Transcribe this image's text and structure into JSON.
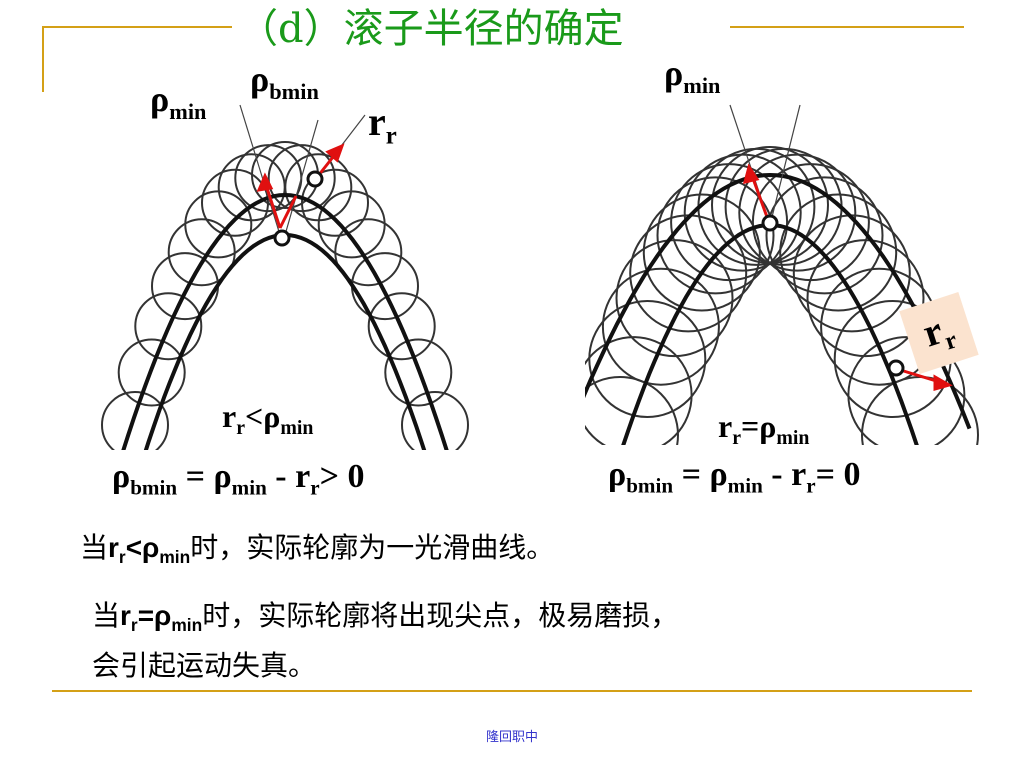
{
  "title": "（d）滚子半径的确定",
  "left_diagram": {
    "label_rho_min": {
      "base": "ρ",
      "sub": "min"
    },
    "label_rho_bmin": {
      "base": "ρ",
      "sub": "bmin"
    },
    "label_rr": {
      "base": "r",
      "sub": "r"
    },
    "condition": {
      "a": "r",
      "a_sub": "r",
      "op": "<ρ",
      "b_sub": "min"
    },
    "formula": {
      "p1": "ρ",
      "p1_sub": "bmin",
      "p2": " = ρ",
      "p2_sub": "min",
      "p3": " - r",
      "p3_sub": "r",
      "p4": "> 0"
    }
  },
  "right_diagram": {
    "label_rho_min": {
      "base": "ρ",
      "sub": "min"
    },
    "label_rr": {
      "base": "r",
      "sub": "r"
    },
    "condition": {
      "a": "r",
      "a_sub": "r",
      "op": "=ρ",
      "b_sub": "min"
    },
    "formula": {
      "p1": "ρ",
      "p1_sub": "bmin",
      "p2": " = ρ",
      "p2_sub": "min",
      "p3": " - r",
      "p3_sub": "r",
      "p4": "= 0"
    }
  },
  "text": {
    "line1": {
      "pre": "当",
      "r": "r",
      "r_sub": "r",
      "op": "<ρ",
      "m_sub": "min",
      "post": "时，实际轮廓为一光滑曲线。"
    },
    "line2": {
      "pre": "当",
      "r": "r",
      "r_sub": "r",
      "op": "=ρ",
      "m_sub": "min",
      "post": "时，实际轮廓将出现尖点，极易磨损，"
    },
    "line3": "会引起运动失真。"
  },
  "footer": "隆回职中",
  "colors": {
    "gold": "#d4a017",
    "title_green": "#1a9a1a",
    "arrow_red": "#e01010",
    "label_bg": "#fbe3cf",
    "footer_blue": "#3333cc"
  }
}
